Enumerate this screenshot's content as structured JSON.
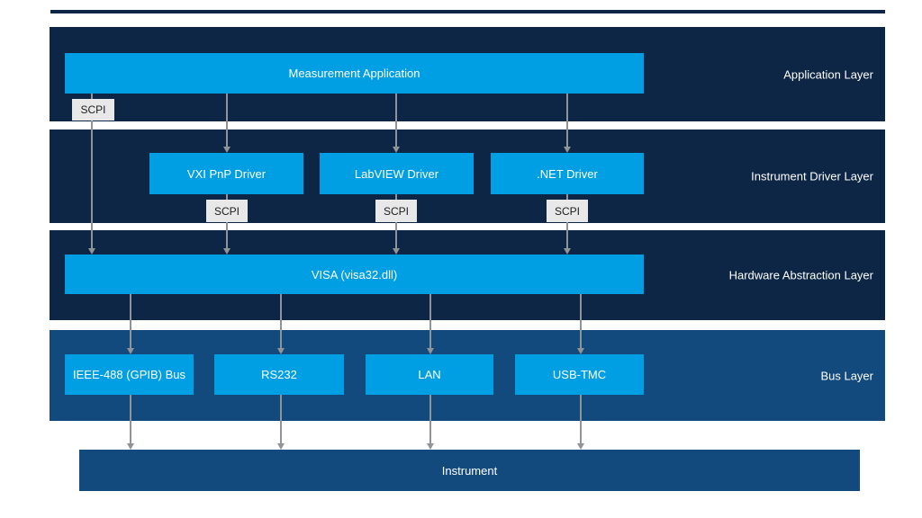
{
  "diagram": {
    "layers": [
      {
        "label": "Application Layer"
      },
      {
        "label": "Instrument Driver Layer"
      },
      {
        "label": "Hardware Abstraction Layer"
      },
      {
        "label": "Bus Layer"
      }
    ],
    "nodes": {
      "measurement_application": "Measurement Application",
      "vxi_pnp_driver": "VXI PnP Driver",
      "labview_driver": "LabVIEW Driver",
      "dotnet_driver": ".NET Driver",
      "visa": "VISA (visa32.dll)",
      "ieee488_bus": "IEEE-488 (GPIB) Bus",
      "rs232_bus": "RS232",
      "lan_bus": "LAN",
      "usb_tmc_bus": "USB-TMC",
      "instrument": "Instrument"
    },
    "protocol_tags": [
      {
        "label": "SCPI"
      },
      {
        "label": "SCPI"
      },
      {
        "label": "SCPI"
      },
      {
        "label": "SCPI"
      }
    ],
    "colors": {
      "layer_band_dark_navy": "#0d2646",
      "layer_band_medium_blue": "#124a7d",
      "node_blue": "#009fe3",
      "instrument_blue": "#124a7d",
      "tag_background": "#e8e8e8",
      "tag_text": "#1c1c1c",
      "connector_gray": "#909398",
      "text_white": "#ffffff",
      "page_background": "#ffffff"
    }
  }
}
